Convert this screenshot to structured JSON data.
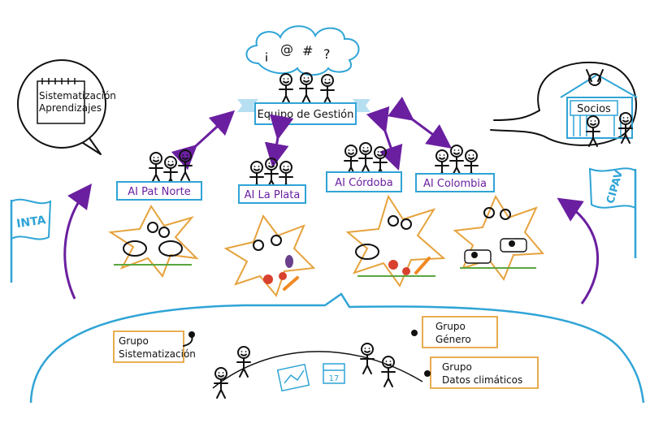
{
  "center": {
    "title": "Equipo de Gestión",
    "cloud_symbols": [
      "¡",
      "@",
      "#",
      "?"
    ]
  },
  "notebook": {
    "line1": "Sistematización",
    "line2": "Aprendizajes"
  },
  "socios": {
    "label": "Socios"
  },
  "flags": {
    "left": "INTA",
    "right": "CIPAV"
  },
  "teams": [
    {
      "label": "AI Pat Norte"
    },
    {
      "label": "AI La Plata"
    },
    {
      "label": "AI Córdoba"
    },
    {
      "label": "AI Colombia"
    }
  ],
  "groups": {
    "sistematizacion": {
      "line1": "Grupo",
      "line2": "Sistematización"
    },
    "genero": {
      "line1": "Grupo",
      "line2": "Género"
    },
    "climaticos": {
      "line1": "Grupo",
      "line2": "Datos climáticos"
    }
  },
  "calendar": {
    "day": "17"
  },
  "colors": {
    "blue": "#2fa4d6",
    "purple": "#6a1fa0",
    "orange": "#e6a23c",
    "ink": "#111111"
  }
}
